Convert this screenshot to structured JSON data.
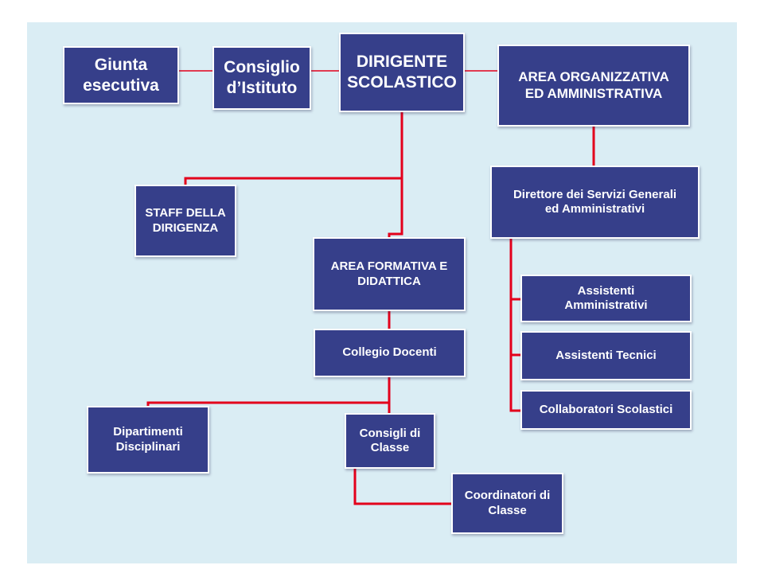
{
  "diagram": {
    "line_color": "#e3001b",
    "box_color": "#363f8a",
    "background_color": "#daedf4",
    "nodes": {
      "giunta": "Giunta\nesecutiva",
      "consiglio": "Consiglio\nd’Istituto",
      "dirigente": "DIRIGENTE\nSCOLASTICO",
      "area_org": "AREA ORGANIZZATIVA\nED AMMINISTRATIVA",
      "staff": "STAFF DELLA\nDIRIGENZA",
      "dsga": "Direttore dei Servizi Generali\ned Amministrativi",
      "area_form": "AREA FORMATIVA E\nDIDATTICA",
      "assistenti_amm": "Assistenti\nAmministrativi",
      "collegio": "Collegio  Docenti",
      "assistenti_tec": "Assistenti  Tecnici",
      "collaboratori": "Collaboratori  Scolastici",
      "dipartimenti": "Dipartimenti\nDisciplinari",
      "consigli_classe": "Consigli  di\nClasse",
      "coordinatori": "Coordinatori  di\nClasse"
    }
  }
}
